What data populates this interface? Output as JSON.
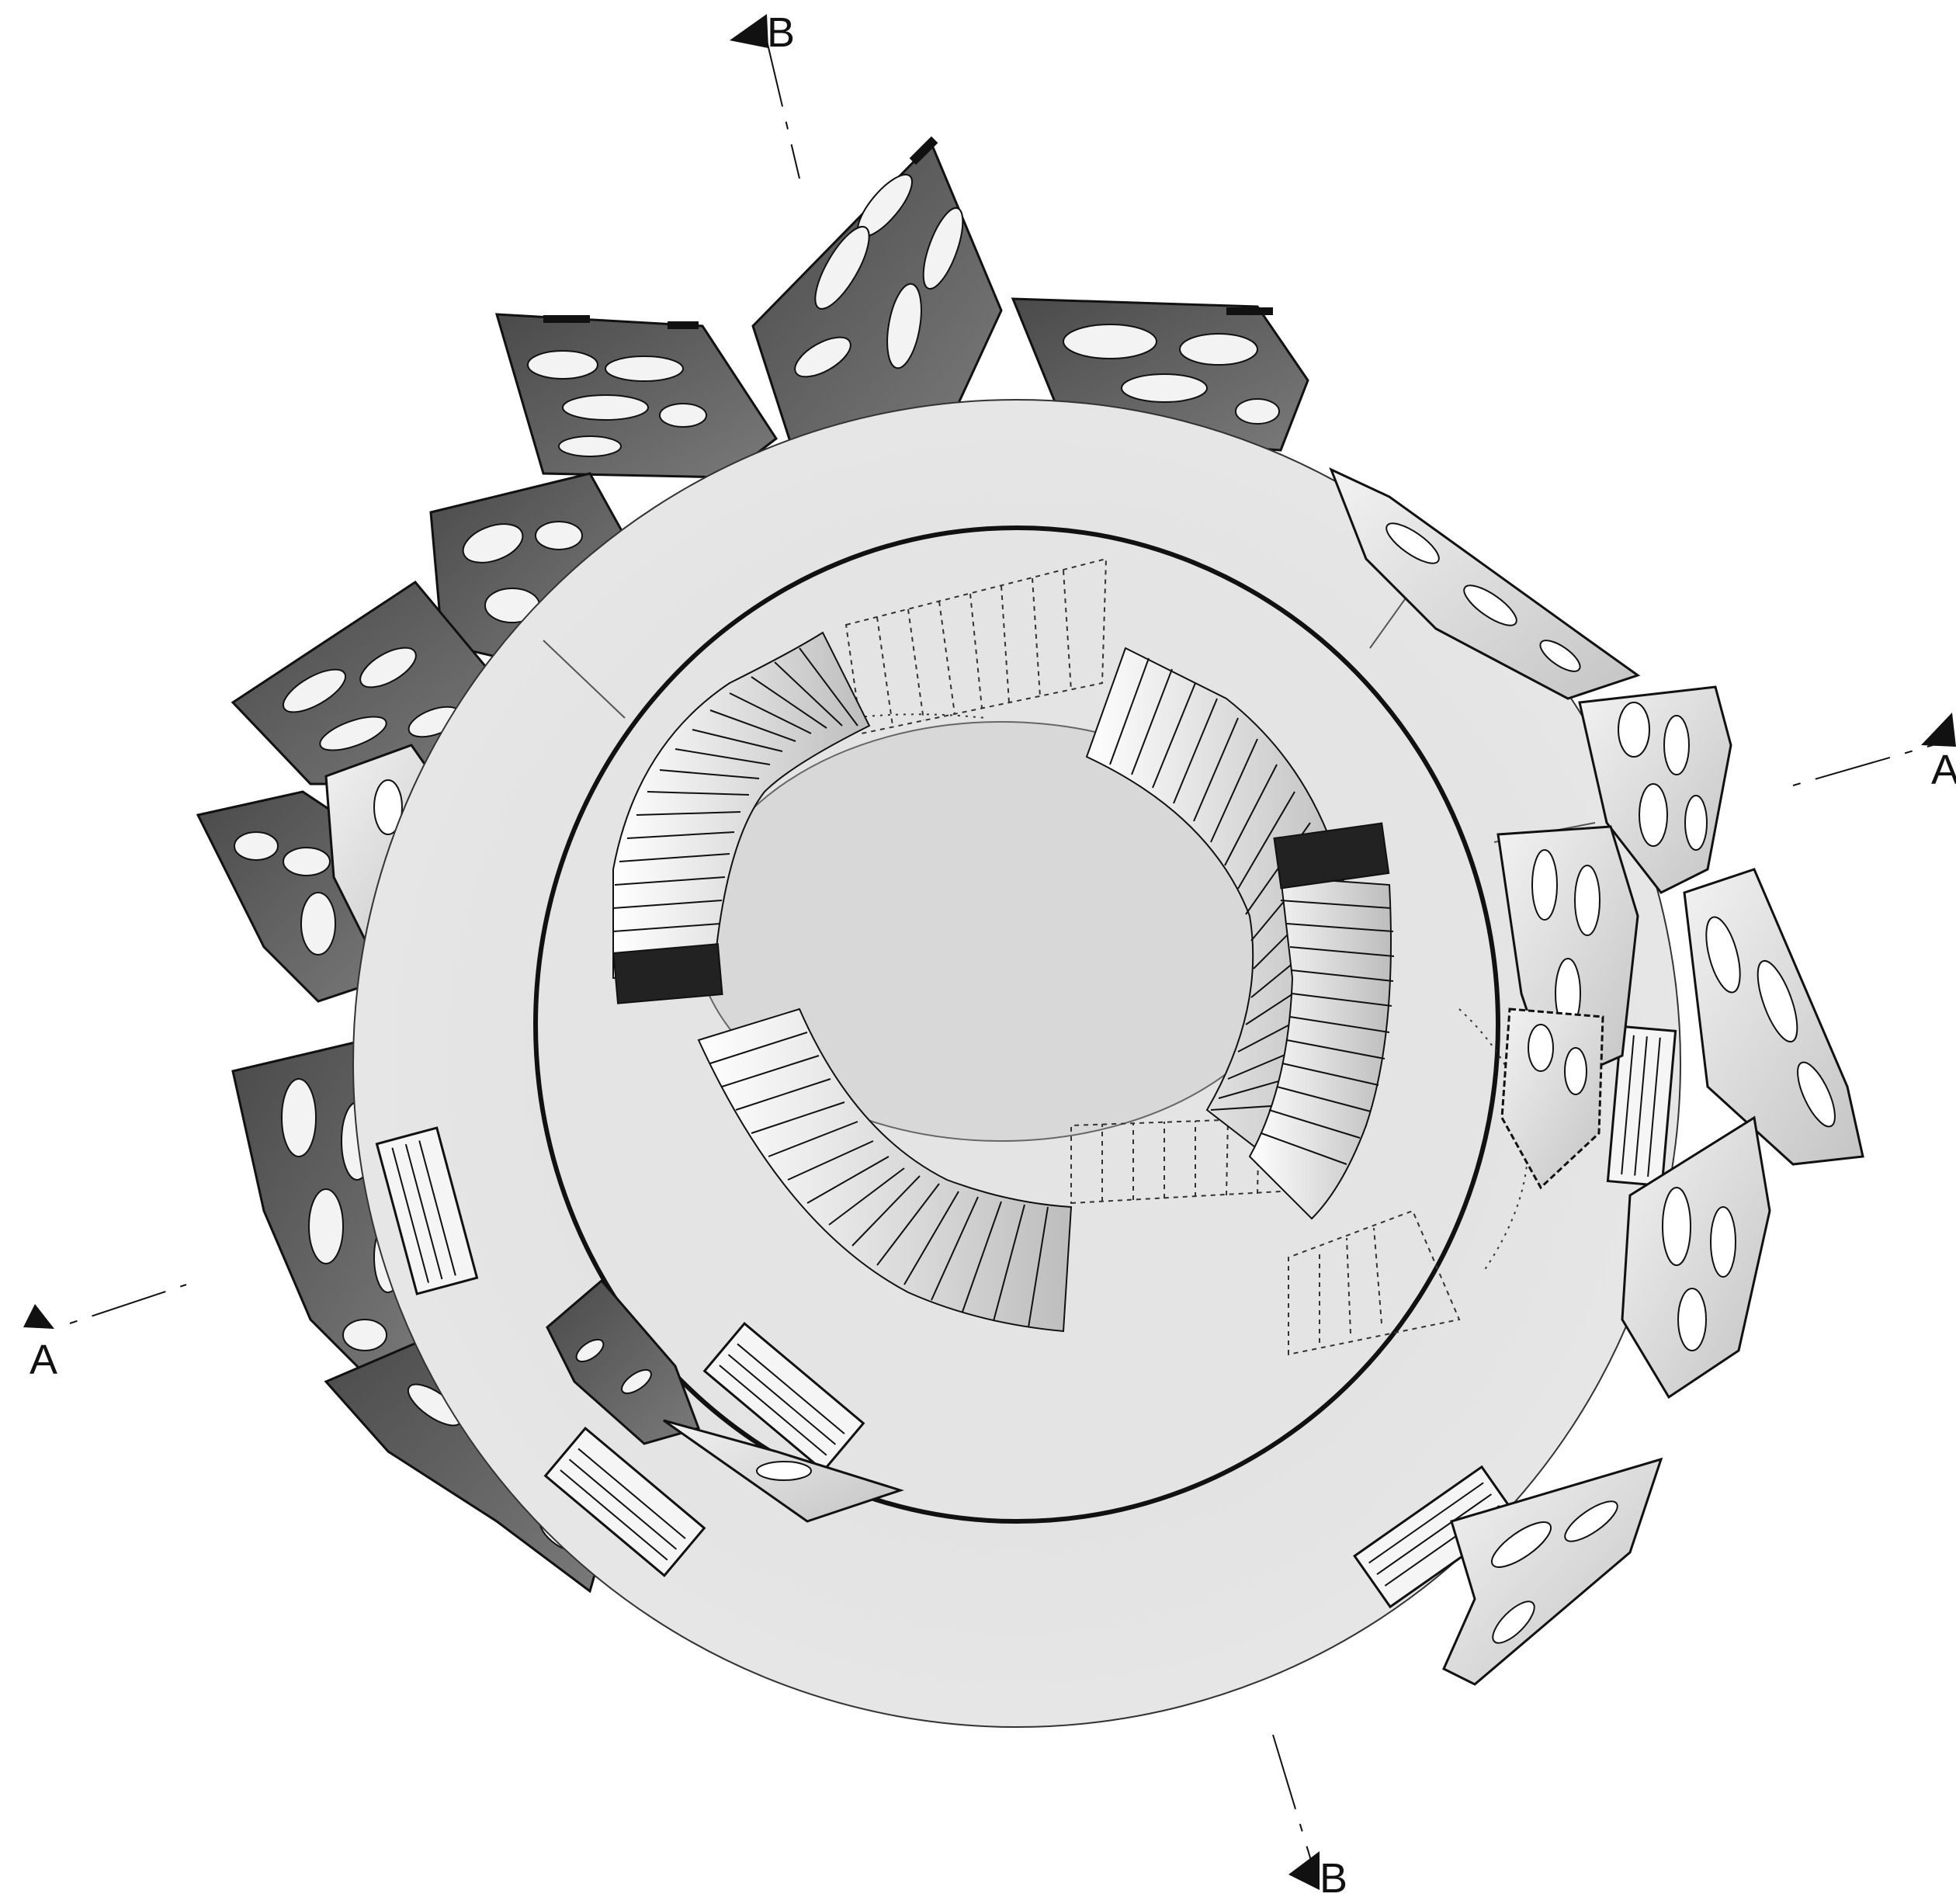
{
  "section_markers": {
    "a_top_right": "A",
    "a_bottom_left": "A",
    "b_top": "B",
    "b_bottom": "B"
  },
  "colors": {
    "background": "#ffffff",
    "platform_fill": "#e2e2e2",
    "inner_floor_fill": "#dadada",
    "panel_dark": "#5e5e5e",
    "panel_light": "#d8d8d8",
    "line": "#111111",
    "landing_black": "#222222"
  }
}
